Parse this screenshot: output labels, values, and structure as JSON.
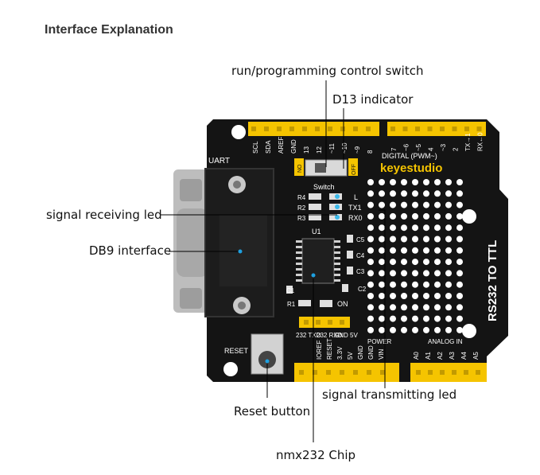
{
  "title": "Interface Explanation",
  "callouts": {
    "switch": "run/programming control switch",
    "d13": "D13 indicator",
    "rx_led": "signal receiving led",
    "db9": "DB9 interface",
    "tx_led": "signal transmitting led",
    "reset": "Reset button",
    "chip": "nmx232 Chip"
  },
  "board": {
    "brand": "keyestudio",
    "model": "RS232 TO TTL",
    "digital": "DIGITAL (PWM~)",
    "uart": "UART",
    "switch": "Switch",
    "no": "NO",
    "off": "OFF",
    "u1": "U1",
    "reset": "RESET",
    "power": "POWER",
    "analog": "ANALOG IN",
    "on": "ON",
    "txd": "232 TXD",
    "rxd": "232 RXD",
    "gnd5v": "GND 5V",
    "top_pins_left": [
      "SCL",
      "SDA",
      "AREF",
      "GND",
      "13",
      "12",
      "~11",
      "~10",
      "~9",
      "8"
    ],
    "top_pins_right": [
      "7",
      "~6",
      "~5",
      "4",
      "~3",
      "2",
      "TX→1",
      "RX←0"
    ],
    "power_pins": [
      "IOREF",
      "RESET",
      "3.3V",
      "5V",
      "GND",
      "GND",
      "VIN"
    ],
    "analog_pins": [
      "A0",
      "A1",
      "A2",
      "A3",
      "A4",
      "A5"
    ],
    "led_labels": [
      "L",
      "TX1",
      "RX0"
    ],
    "resistors": [
      "R4",
      "R2",
      "R3",
      "R1"
    ],
    "caps": [
      "C5",
      "C4",
      "C3",
      "C2",
      "C1"
    ]
  },
  "colors": {
    "pcb": "#141414",
    "header": "#f5c400",
    "pin_dot": "#c29a00",
    "metal": "#b9b9b9",
    "led_glow": "#3cb8e8",
    "marker": "#1ea0e0"
  }
}
